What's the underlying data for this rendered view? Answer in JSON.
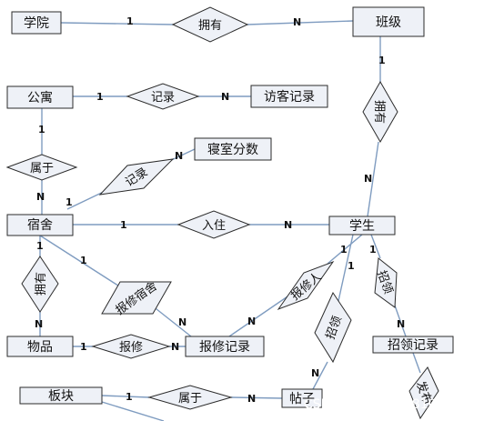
{
  "entities": {
    "college": "学院",
    "class": "班级",
    "apartment": "公寓",
    "visitor_record": "访客记录",
    "room_score": "寝室分数",
    "dormitory": "宿舍",
    "student": "学生",
    "item": "物品",
    "repair_record": "报修记录",
    "claim_record": "招领记录",
    "board": "板块",
    "post": "帖子"
  },
  "relations": {
    "has_college": "拥有",
    "record_visitor": "记录",
    "belongs_apartment": "属于",
    "record_score": "记录",
    "check_in": "入住",
    "owns_item": "拥有",
    "report_repair_dorm": "报修宿舍",
    "repair_item": "报修",
    "report_repair_student": "报修人",
    "claim_student": "招领",
    "claim": "招领",
    "belongs_board": "属于",
    "class_owns": "拥有",
    "publish": "发布"
  },
  "cardinality": {
    "one": "1",
    "many": "N"
  },
  "watermark": "CSDN @q_2467781052"
}
